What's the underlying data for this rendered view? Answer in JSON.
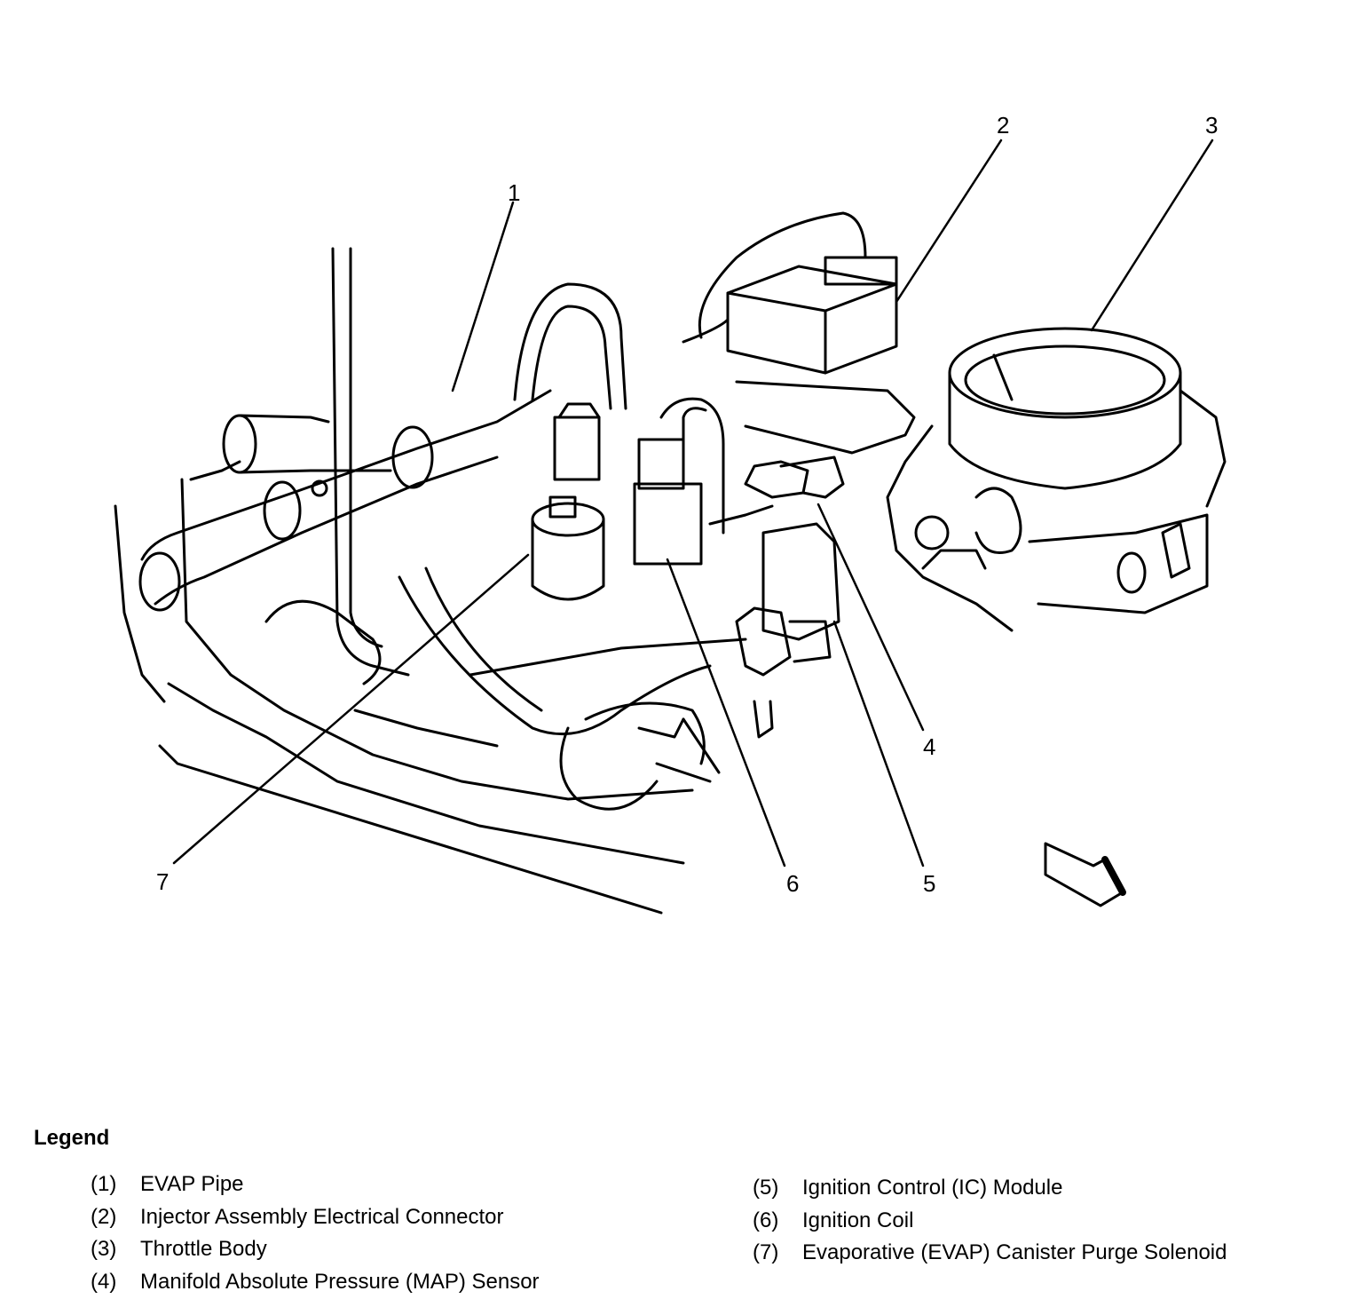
{
  "callouts": [
    {
      "id": "1",
      "label": "1"
    },
    {
      "id": "2",
      "label": "2"
    },
    {
      "id": "3",
      "label": "3"
    },
    {
      "id": "4",
      "label": "4"
    },
    {
      "id": "5",
      "label": "5"
    },
    {
      "id": "6",
      "label": "6"
    },
    {
      "id": "7",
      "label": "7"
    }
  ],
  "legend": {
    "title": "Legend",
    "items": [
      {
        "num": "(1)",
        "text": "EVAP Pipe"
      },
      {
        "num": "(2)",
        "text": "Injector Assembly Electrical Connector"
      },
      {
        "num": "(3)",
        "text": "Throttle Body"
      },
      {
        "num": "(4)",
        "text": "Manifold Absolute Pressure (MAP) Sensor"
      },
      {
        "num": "(5)",
        "text": "Ignition Control (IC) Module"
      },
      {
        "num": "(6)",
        "text": "Ignition Coil"
      },
      {
        "num": "(7)",
        "text": "Evaporative (EVAP) Canister Purge Solenoid"
      }
    ]
  }
}
